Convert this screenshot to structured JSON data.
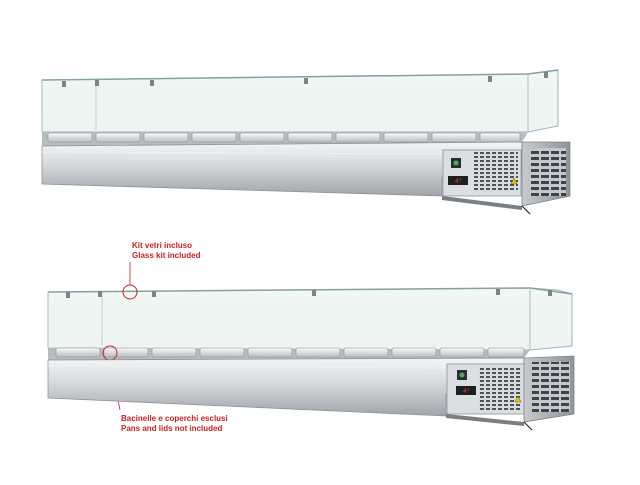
{
  "product_image": {
    "units": [
      {
        "name": "unit-with-closed-glass"
      },
      {
        "name": "unit-with-glass-kit"
      }
    ],
    "panel": {
      "display_readout": "4°"
    }
  },
  "annotations": {
    "glass_kit": {
      "line1": "Kit vetri incluso",
      "line2": "Glass kit included"
    },
    "pans": {
      "line1": "Bacinelle e coperchi esclusi",
      "line2": "Pans and lids not included"
    }
  },
  "colors": {
    "annotation_red": "#cc1f1f",
    "steel_light": "#e6e8ea",
    "steel_mid": "#c9ccd0",
    "steel_dark": "#8e9398",
    "glass": "#e8f2ef"
  }
}
